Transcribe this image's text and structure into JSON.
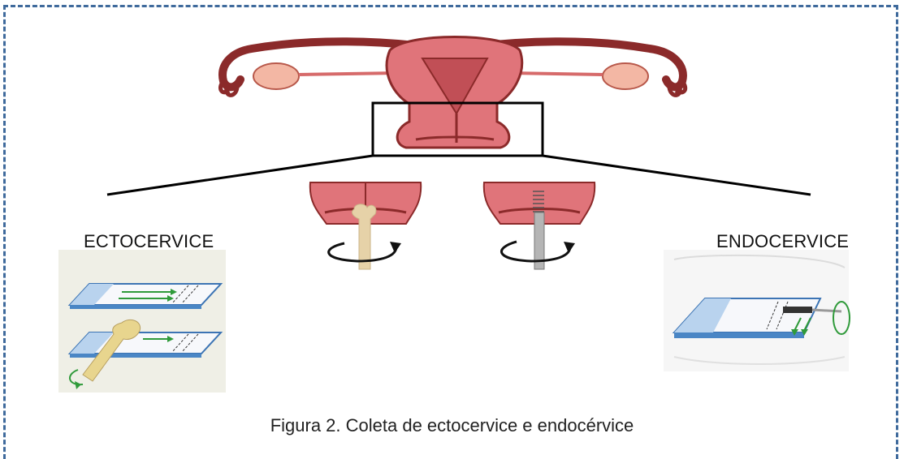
{
  "labels": {
    "ectocervice": "ECTOCERVICE",
    "endocervice": "ENDOCERVICE"
  },
  "caption": "Figura 2. Coleta de ectocervice e endocérvice",
  "colors": {
    "frame": "#3f6a9c",
    "tissue": "#e0747a",
    "tissue_dark": "#8b2a2a",
    "ovary": "#f3b7a4",
    "slide": "#4a86c5",
    "arrow": "#2f9a3a",
    "spatula": "#e6d2a8",
    "brush": "#9a9a9a"
  }
}
